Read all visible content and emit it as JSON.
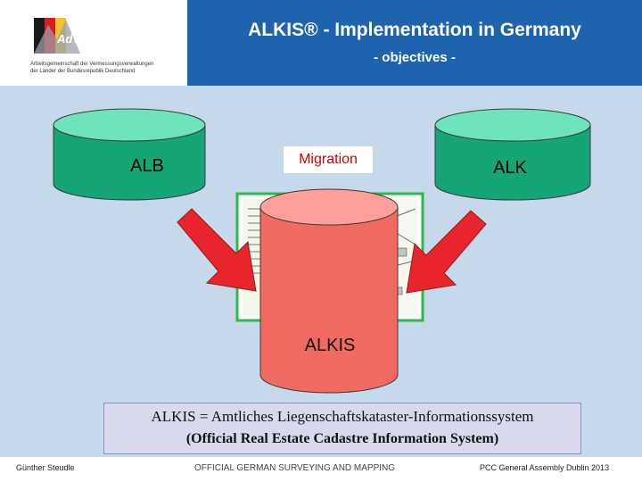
{
  "header": {
    "title": "ALKIS® - Implementation in Germany",
    "subtitle": "- objectives -",
    "org_name_line1": "Arbeitsgemeinschaft der Vermessungsverwaltungen",
    "org_name_line2": "der Länder der Bundesrepublik Deutschland",
    "logo_text": "AdV"
  },
  "diagram": {
    "source_left": "ALB",
    "source_right": "ALK",
    "process": "Migration",
    "target": "ALKIS"
  },
  "definition": {
    "line1": "ALKIS = Amtliches Liegenschaftskataster-Informationssystem",
    "line2": "(Official Real Estate Cadastre Information System)"
  },
  "footer": {
    "author": "Günther Steudle",
    "center": "OFFICIAL GERMAN SURVEYING AND MAPPING",
    "right": "PCC General Assembly Dublin 2013"
  },
  "colors": {
    "header_blue": "#1e63ad",
    "background": "#c5d9ea",
    "cylinder_green": "#15a577",
    "cylinder_green_top": "#6ee3bd",
    "cylinder_red": "#f06a62",
    "cylinder_red_top": "#ff9f99",
    "arrow_red": "#e8252c",
    "frame_green": "#2db94a"
  }
}
